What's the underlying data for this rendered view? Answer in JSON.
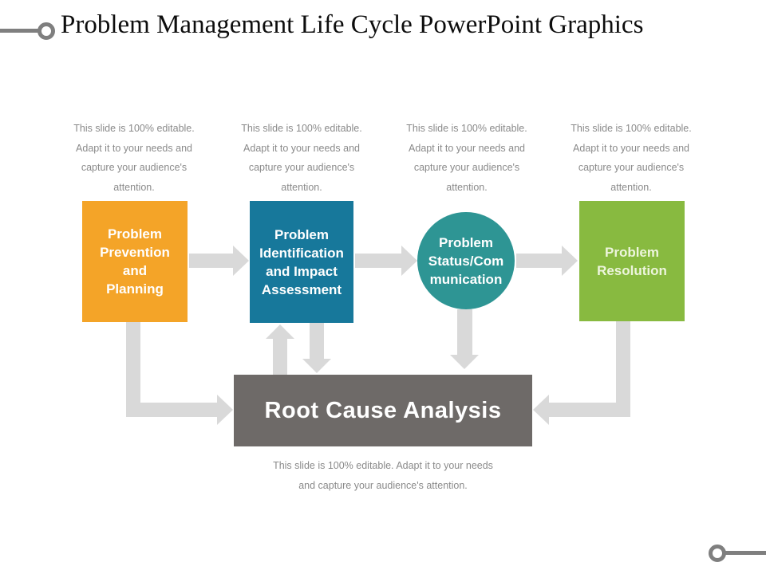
{
  "slide": {
    "title": "Problem Management Life Cycle PowerPoint Graphics"
  },
  "columns": [
    {
      "caption": [
        "This slide is 100% editable.",
        "Adapt it to your needs and",
        "capture your audience's",
        "attention."
      ],
      "shape": {
        "type": "rectangle",
        "color": "#F4A428",
        "text_color": "#FFFFFF",
        "label": [
          "Problem",
          "Prevention",
          "and",
          "Planning"
        ]
      }
    },
    {
      "caption": [
        "This slide is 100% editable.",
        "Adapt it to your needs and",
        "capture your audience's",
        "attention."
      ],
      "shape": {
        "type": "rectangle",
        "color": "#17789B",
        "text_color": "#FFFFFF",
        "label": [
          "Problem",
          "Identification",
          "and Impact",
          "Assessment"
        ]
      }
    },
    {
      "caption": [
        "This slide is 100% editable.",
        "Adapt it to your needs and",
        "capture your audience's",
        "attention."
      ],
      "shape": {
        "type": "circle",
        "color": "#2E9594",
        "text_color": "#FFFFFF",
        "label": [
          "Problem",
          "Status/Com",
          "munication"
        ]
      }
    },
    {
      "caption": [
        "This slide is 100% editable.",
        "Adapt it to your needs and",
        "capture your audience's",
        "attention."
      ],
      "shape": {
        "type": "rectangle",
        "color": "#88BA40",
        "text_color": "#EDF5DC",
        "label": [
          "Problem",
          "Resolution"
        ]
      }
    }
  ],
  "root_cause": {
    "label": "Root Cause Analysis",
    "color": "#6E6A68",
    "text_color": "#FFFFFF",
    "caption": [
      "This slide is 100% editable. Adapt it to your needs",
      "and capture your audience's attention."
    ]
  },
  "colors": {
    "arrow": "#D9D9D9",
    "decoration": "#7F7F7F",
    "caption_text": "#8A8A8A",
    "title_text": "#0D0D0D"
  }
}
